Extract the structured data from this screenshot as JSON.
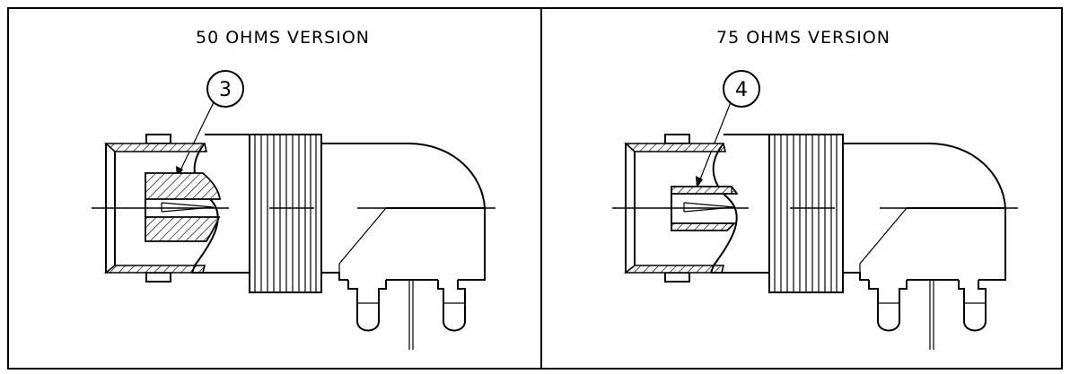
{
  "panels": [
    {
      "title": "50 OHMS VERSION",
      "callout": "3"
    },
    {
      "title": "75 OHMS VERSION",
      "callout": "4"
    }
  ]
}
